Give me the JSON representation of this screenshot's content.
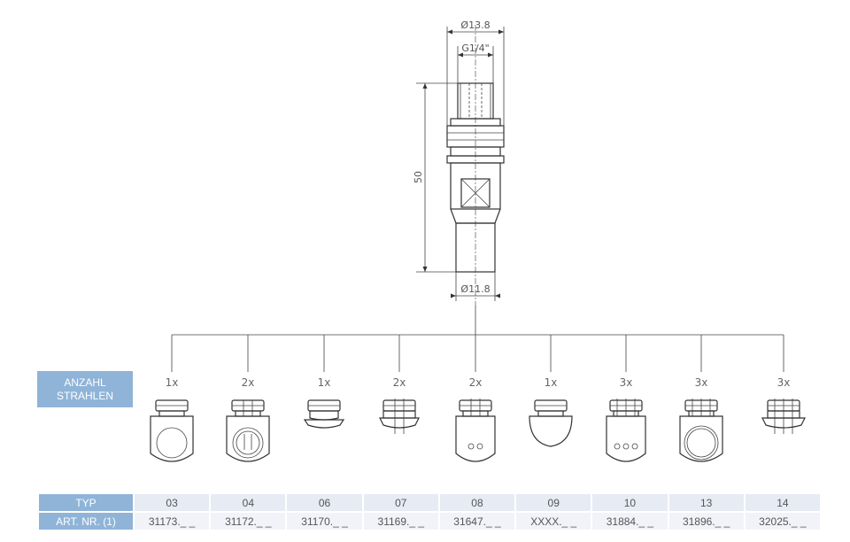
{
  "dimensions": {
    "outer_diameter": "Ø13.8",
    "thread": "G1/4\"",
    "length": "50",
    "bottom_diameter": "Ø11.8"
  },
  "jet_count_label": "ANZAHL\nSTRAHLEN",
  "variants": [
    {
      "count": "1x",
      "typ": "03",
      "art_nr": "31173._ _"
    },
    {
      "count": "2x",
      "typ": "04",
      "art_nr": "31172._ _"
    },
    {
      "count": "1x",
      "typ": "06",
      "art_nr": "31170._ _"
    },
    {
      "count": "2x",
      "typ": "07",
      "art_nr": "31169._ _"
    },
    {
      "count": "2x",
      "typ": "08",
      "art_nr": "31647._ _"
    },
    {
      "count": "1x",
      "typ": "09",
      "art_nr": "XXXX._ _"
    },
    {
      "count": "3x",
      "typ": "10",
      "art_nr": "31884._ _"
    },
    {
      "count": "3x",
      "typ": "13",
      "art_nr": "31896._ _"
    },
    {
      "count": "3x",
      "typ": "14",
      "art_nr": "32025._ _"
    }
  ],
  "table": {
    "typ_label": "TYP",
    "art_label": "ART. NR. (1)"
  },
  "colors": {
    "header_blue": "#8fb4d8",
    "cell_light": "#e6ebf4",
    "line": "#333333"
  }
}
